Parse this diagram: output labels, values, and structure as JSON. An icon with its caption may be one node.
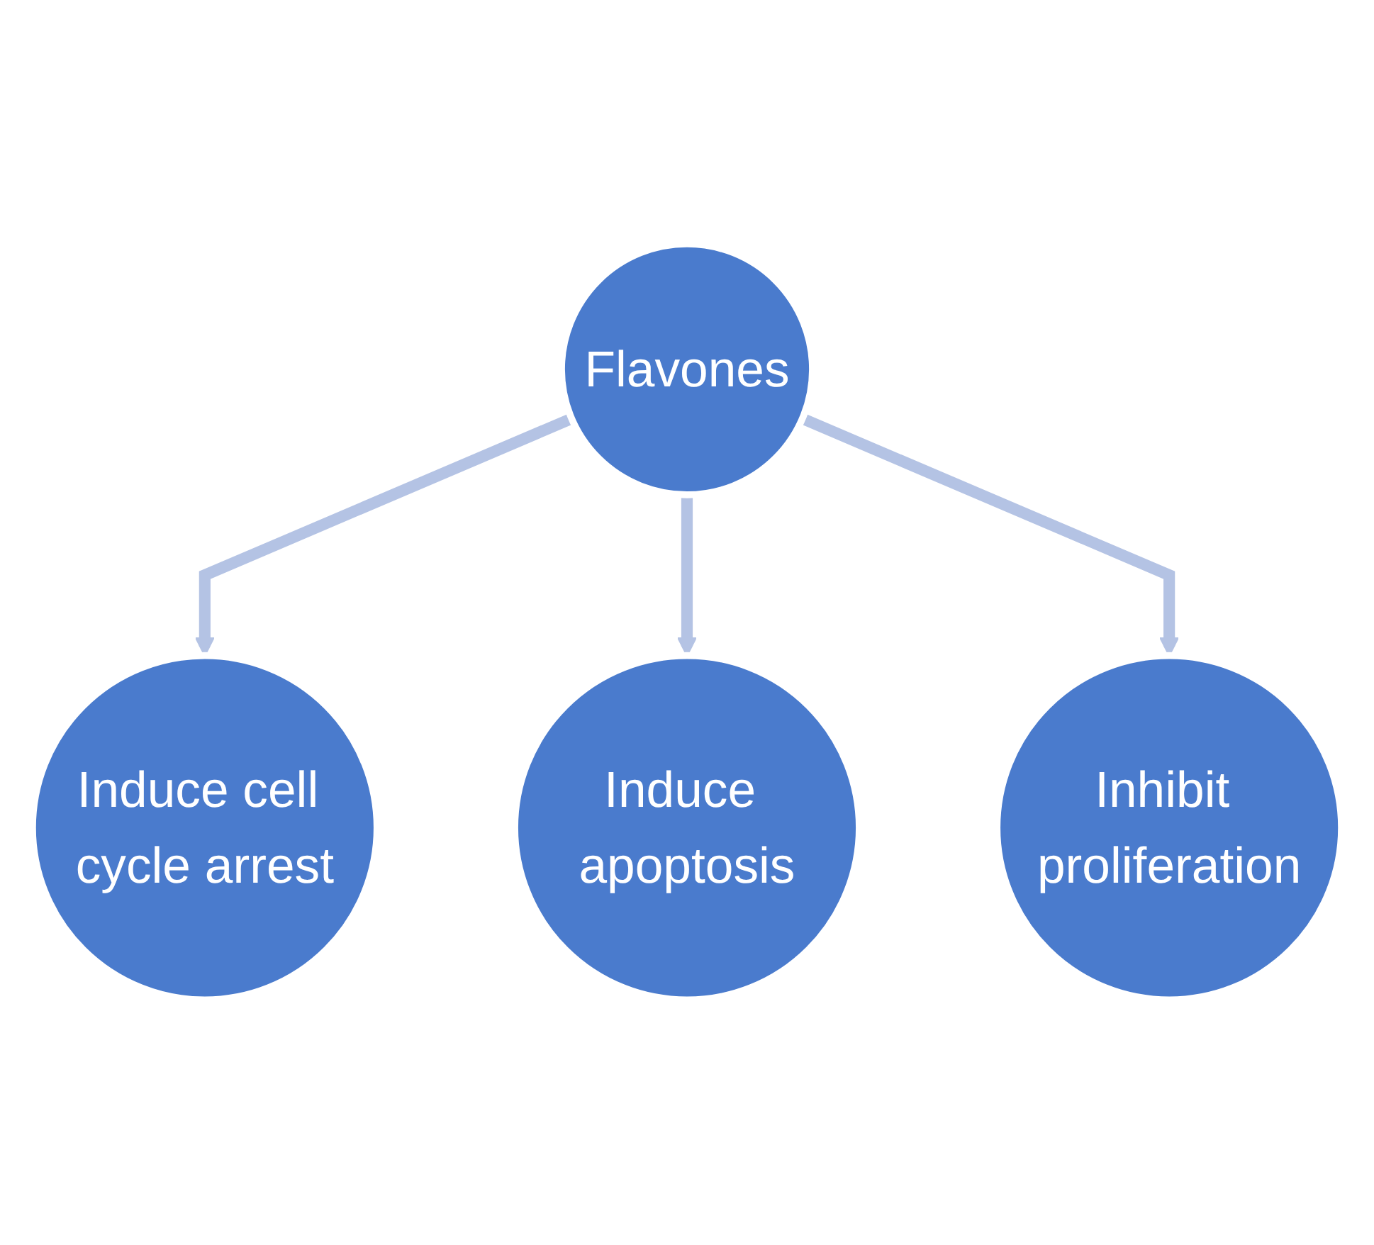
{
  "diagram": {
    "nodes": [
      {
        "text": [
          "Flavones"
        ]
      },
      {
        "text": [
          "Induce cell cycle arrest"
        ]
      },
      {
        "text": [
          "Induce apoptosis"
        ]
      },
      {
        "text": [
          "Inhibit proliferation"
        ]
      }
    ],
    "edges": [
      {
        "from": 0,
        "to": 1,
        "arrow": "to"
      },
      {
        "from": 0,
        "to": 2,
        "arrow": "to"
      },
      {
        "from": 0,
        "to": 3,
        "arrow": "to"
      }
    ]
  }
}
